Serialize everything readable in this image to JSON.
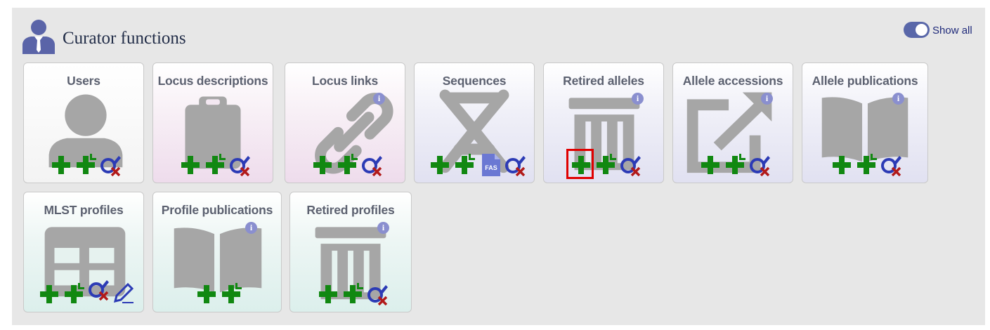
{
  "header": {
    "title": "Curator functions",
    "icon": "curator-user-icon"
  },
  "toggle": {
    "label": "Show all",
    "on": true,
    "accent": "#5967a9"
  },
  "colors": {
    "plus": "#118811",
    "query": "#2c3bb5",
    "delete": "#b11a1a",
    "icon_gray": "#a6a6a6",
    "highlight": "#e00000"
  },
  "cards": [
    {
      "title": "Users",
      "icon": "user-icon",
      "actions": [
        "add",
        "batch-add",
        "query"
      ]
    },
    {
      "title": "Locus descriptions",
      "icon": "clipboard-icon",
      "actions": [
        "add",
        "batch-add",
        "query"
      ]
    },
    {
      "title": "Locus links",
      "icon": "link-icon",
      "info": "i",
      "actions": [
        "add",
        "batch-add",
        "query"
      ]
    },
    {
      "title": "Sequences",
      "icon": "dna-icon",
      "actions": [
        "add",
        "batch-add",
        "fasta-upload",
        "query"
      ],
      "fasta_label": "FAS"
    },
    {
      "title": "Retired alleles",
      "icon": "trash-icon",
      "info": "i",
      "actions": [
        "add",
        "batch-add",
        "query"
      ]
    },
    {
      "title": "Allele accessions",
      "icon": "external-link-icon",
      "info": "i",
      "actions": [
        "add",
        "batch-add",
        "query"
      ]
    },
    {
      "title": "Allele publications",
      "icon": "book-icon",
      "info": "i",
      "actions": [
        "add",
        "batch-add",
        "query"
      ]
    },
    {
      "title": "MLST profiles",
      "icon": "table-icon",
      "actions": [
        "add",
        "batch-add",
        "query",
        "batch-update"
      ]
    },
    {
      "title": "Profile publications",
      "icon": "book-icon",
      "info": "i",
      "actions": [
        "add",
        "batch-add"
      ]
    },
    {
      "title": "Retired profiles",
      "icon": "trash-icon",
      "info": "i",
      "actions": [
        "add",
        "batch-add",
        "query"
      ]
    }
  ]
}
